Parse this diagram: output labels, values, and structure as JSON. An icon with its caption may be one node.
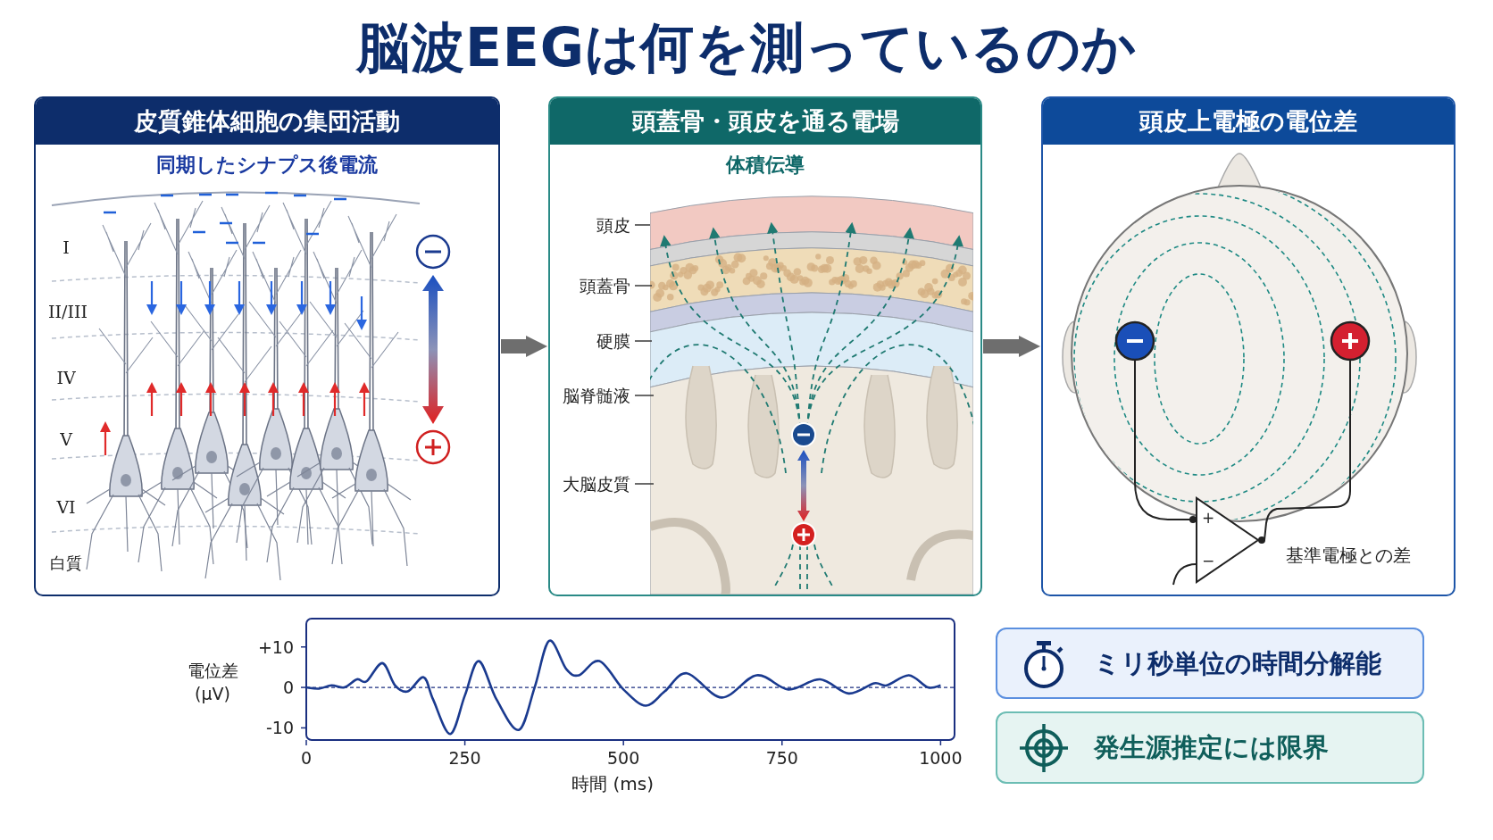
{
  "diagram": {
    "title": "脳波EEGは何を測っているのか",
    "nodes": [
      {
        "text": [
          "皮質錐体細胞の集団活動",
          "同期したシナプス後電流"
        ]
      },
      {
        "text": [
          "頭蓋骨・頭皮を通る電場",
          "体積伝導"
        ]
      },
      {
        "text": [
          "頭皮上電極の電位差"
        ]
      },
      {
        "text": [
          "ミリ秒単位の時間分解能"
        ]
      },
      {
        "text": [
          "発生源推定には限界"
        ]
      },
      {
        "text": [
          "頭皮"
        ],
        "in": 1
      },
      {
        "text": [
          "頭蓋骨"
        ],
        "in": 1
      },
      {
        "text": [
          "硬膜"
        ],
        "in": 1
      },
      {
        "text": [
          "脳脊髄液"
        ],
        "in": 1
      },
      {
        "text": [
          "大脳皮質"
        ],
        "in": 1
      }
    ],
    "edges": [
      {
        "from": 0,
        "to": 1,
        "arrow": "to",
        "style": "thick",
        "color": "#6e6e6e"
      },
      {
        "from": 1,
        "to": 2,
        "arrow": "to",
        "style": "thick",
        "color": "#6e6e6e"
      },
      {
        "from": 5,
        "to": null,
        "arrow": "none"
      },
      {
        "from": 6,
        "to": null,
        "arrow": "none"
      },
      {
        "from": 7,
        "to": null,
        "arrow": "none"
      },
      {
        "from": 8,
        "to": null,
        "arrow": "none"
      },
      {
        "from": 9,
        "to": null,
        "arrow": "none"
      }
    ],
    "labels": [
      "I",
      "II/III",
      "IV",
      "V",
      "VI",
      "白質",
      "+",
      "−",
      "基準電極との差"
    ],
    "chart_data": {
      "type": "line",
      "xlabel": "時間 (ms)",
      "ylabel": "電位差 (μV)",
      "xlim": [
        0,
        1022
      ],
      "ylim": [
        -13,
        17
      ],
      "xticks": [
        0,
        250,
        500,
        750,
        1000
      ],
      "ref_lines": [
        {
          "axis": "y",
          "value": 0
        }
      ],
      "yticks": [
        {
          "value": 10,
          "label": "+10"
        },
        0,
        -10
      ],
      "x": [
        0,
        20,
        40,
        60,
        80,
        95,
        120,
        140,
        160,
        185,
        200,
        227,
        250,
        272,
        300,
        335,
        360,
        383,
        410,
        430,
        462,
        500,
        535,
        565,
        600,
        655,
        710,
        760,
        810,
        855,
        895,
        915,
        950,
        980,
        1000
      ],
      "series": [
        {
          "color": "#1a3a8f",
          "values": [
            0,
            -0.3,
            0.5,
            0,
            2,
            1.5,
            6,
            0.5,
            -1,
            2.5,
            -3,
            -11.5,
            -2,
            6.5,
            -3,
            -10.5,
            0,
            11.5,
            4.5,
            3,
            6.5,
            -0.5,
            -4.5,
            -1,
            3.5,
            -2.5,
            3,
            -0.5,
            2,
            -1.5,
            1,
            0.5,
            3,
            0,
            0.5
          ]
        }
      ]
    }
  }
}
